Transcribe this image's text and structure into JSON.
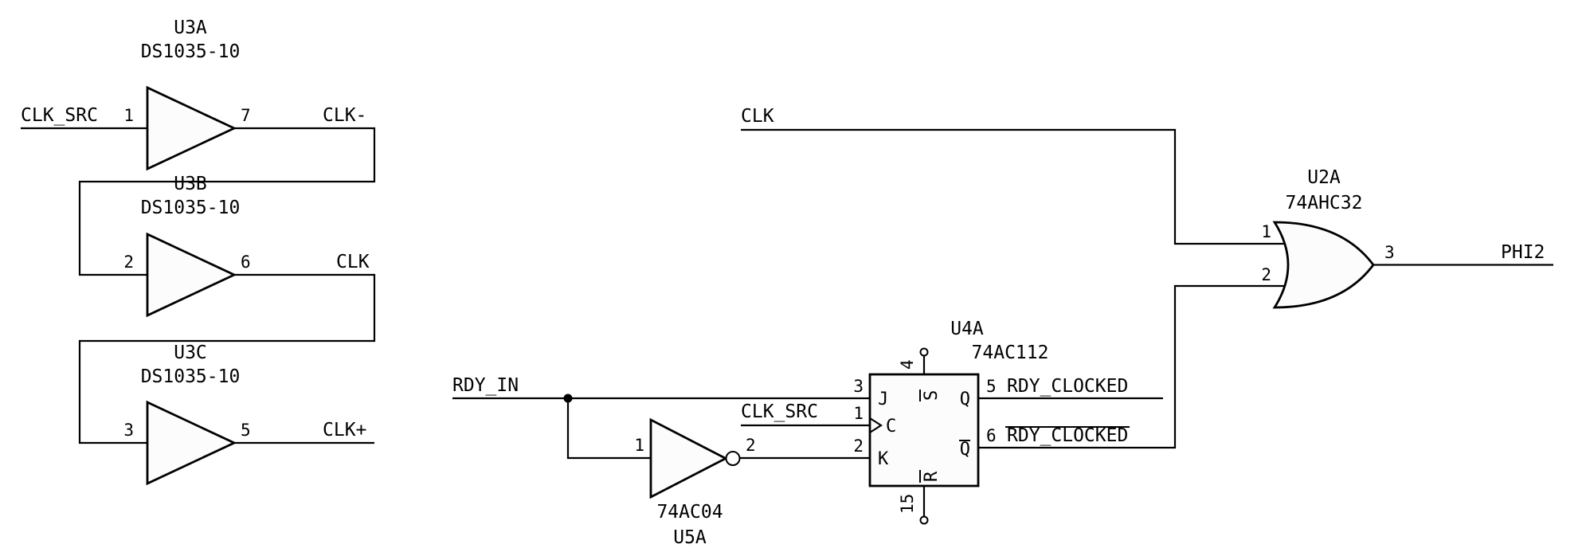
{
  "canvas": {
    "background": "#ffffff",
    "line_color": "#000000",
    "symbol_fill": "#fcfcfc"
  },
  "components": {
    "u3a": {
      "ref": "U3A",
      "value": "DS1035-10",
      "pin_in": "1",
      "pin_out": "7"
    },
    "u3b": {
      "ref": "U3B",
      "value": "DS1035-10",
      "pin_in": "2",
      "pin_out": "6"
    },
    "u3c": {
      "ref": "U3C",
      "value": "DS1035-10",
      "pin_in": "3",
      "pin_out": "5"
    },
    "u5a": {
      "ref": "U5A",
      "value": "74AC04",
      "pin_in": "1",
      "pin_out": "2"
    },
    "u4a": {
      "ref": "U4A",
      "value": "74AC112",
      "pin_j": "3",
      "pin_clk": "1",
      "pin_k": "2",
      "pin_set": "4",
      "pin_reset": "15",
      "pin_q": "5",
      "pin_qbar": "6",
      "name_j": "J",
      "name_clk": "C",
      "name_k": "K",
      "name_set": "S",
      "name_reset": "R",
      "name_q": "Q",
      "name_qbar": "Q"
    },
    "u2a": {
      "ref": "U2A",
      "value": "74AHC32",
      "pin_in1": "1",
      "pin_in2": "2",
      "pin_out": "3"
    }
  },
  "labels": {
    "clk_src_left": "CLK_SRC",
    "clk_minus": "CLK-",
    "clk": "CLK",
    "clk_plus": "CLK+",
    "clk_top": "CLK",
    "rdy_in": "RDY_IN",
    "clk_src_mid": "CLK_SRC",
    "rdy_clocked": "RDY_CLOCKED",
    "rdy_clocked_inv": "RDY_CLOCKED",
    "phi2": "PHI2"
  }
}
